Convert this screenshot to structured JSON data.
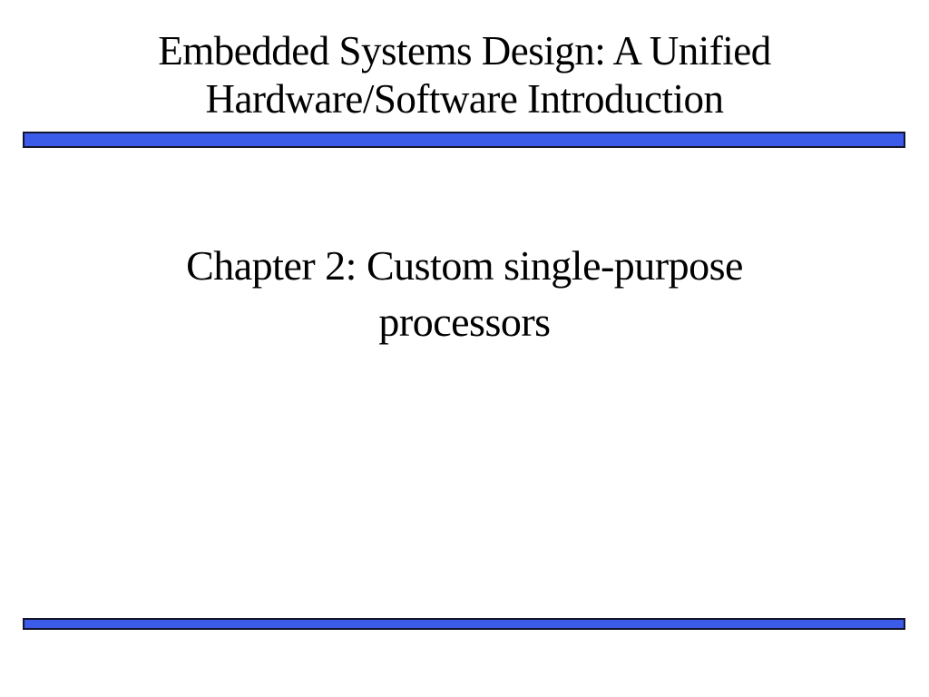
{
  "slide": {
    "title": "Embedded Systems Design: A Unified Hardware/Software Introduction",
    "title_lines": [
      "Embedded Systems Design: A Unified",
      "Hardware/Software Introduction"
    ],
    "subtitle": "Chapter 2: Custom single-purpose processors",
    "subtitle_lines": [
      "Chapter 2: Custom single-purpose",
      "processors"
    ],
    "colors": {
      "bar_fill": "#3A5CE9",
      "bar_border": "#15152E",
      "background": "#FFFFFF",
      "text": "#000000"
    }
  }
}
